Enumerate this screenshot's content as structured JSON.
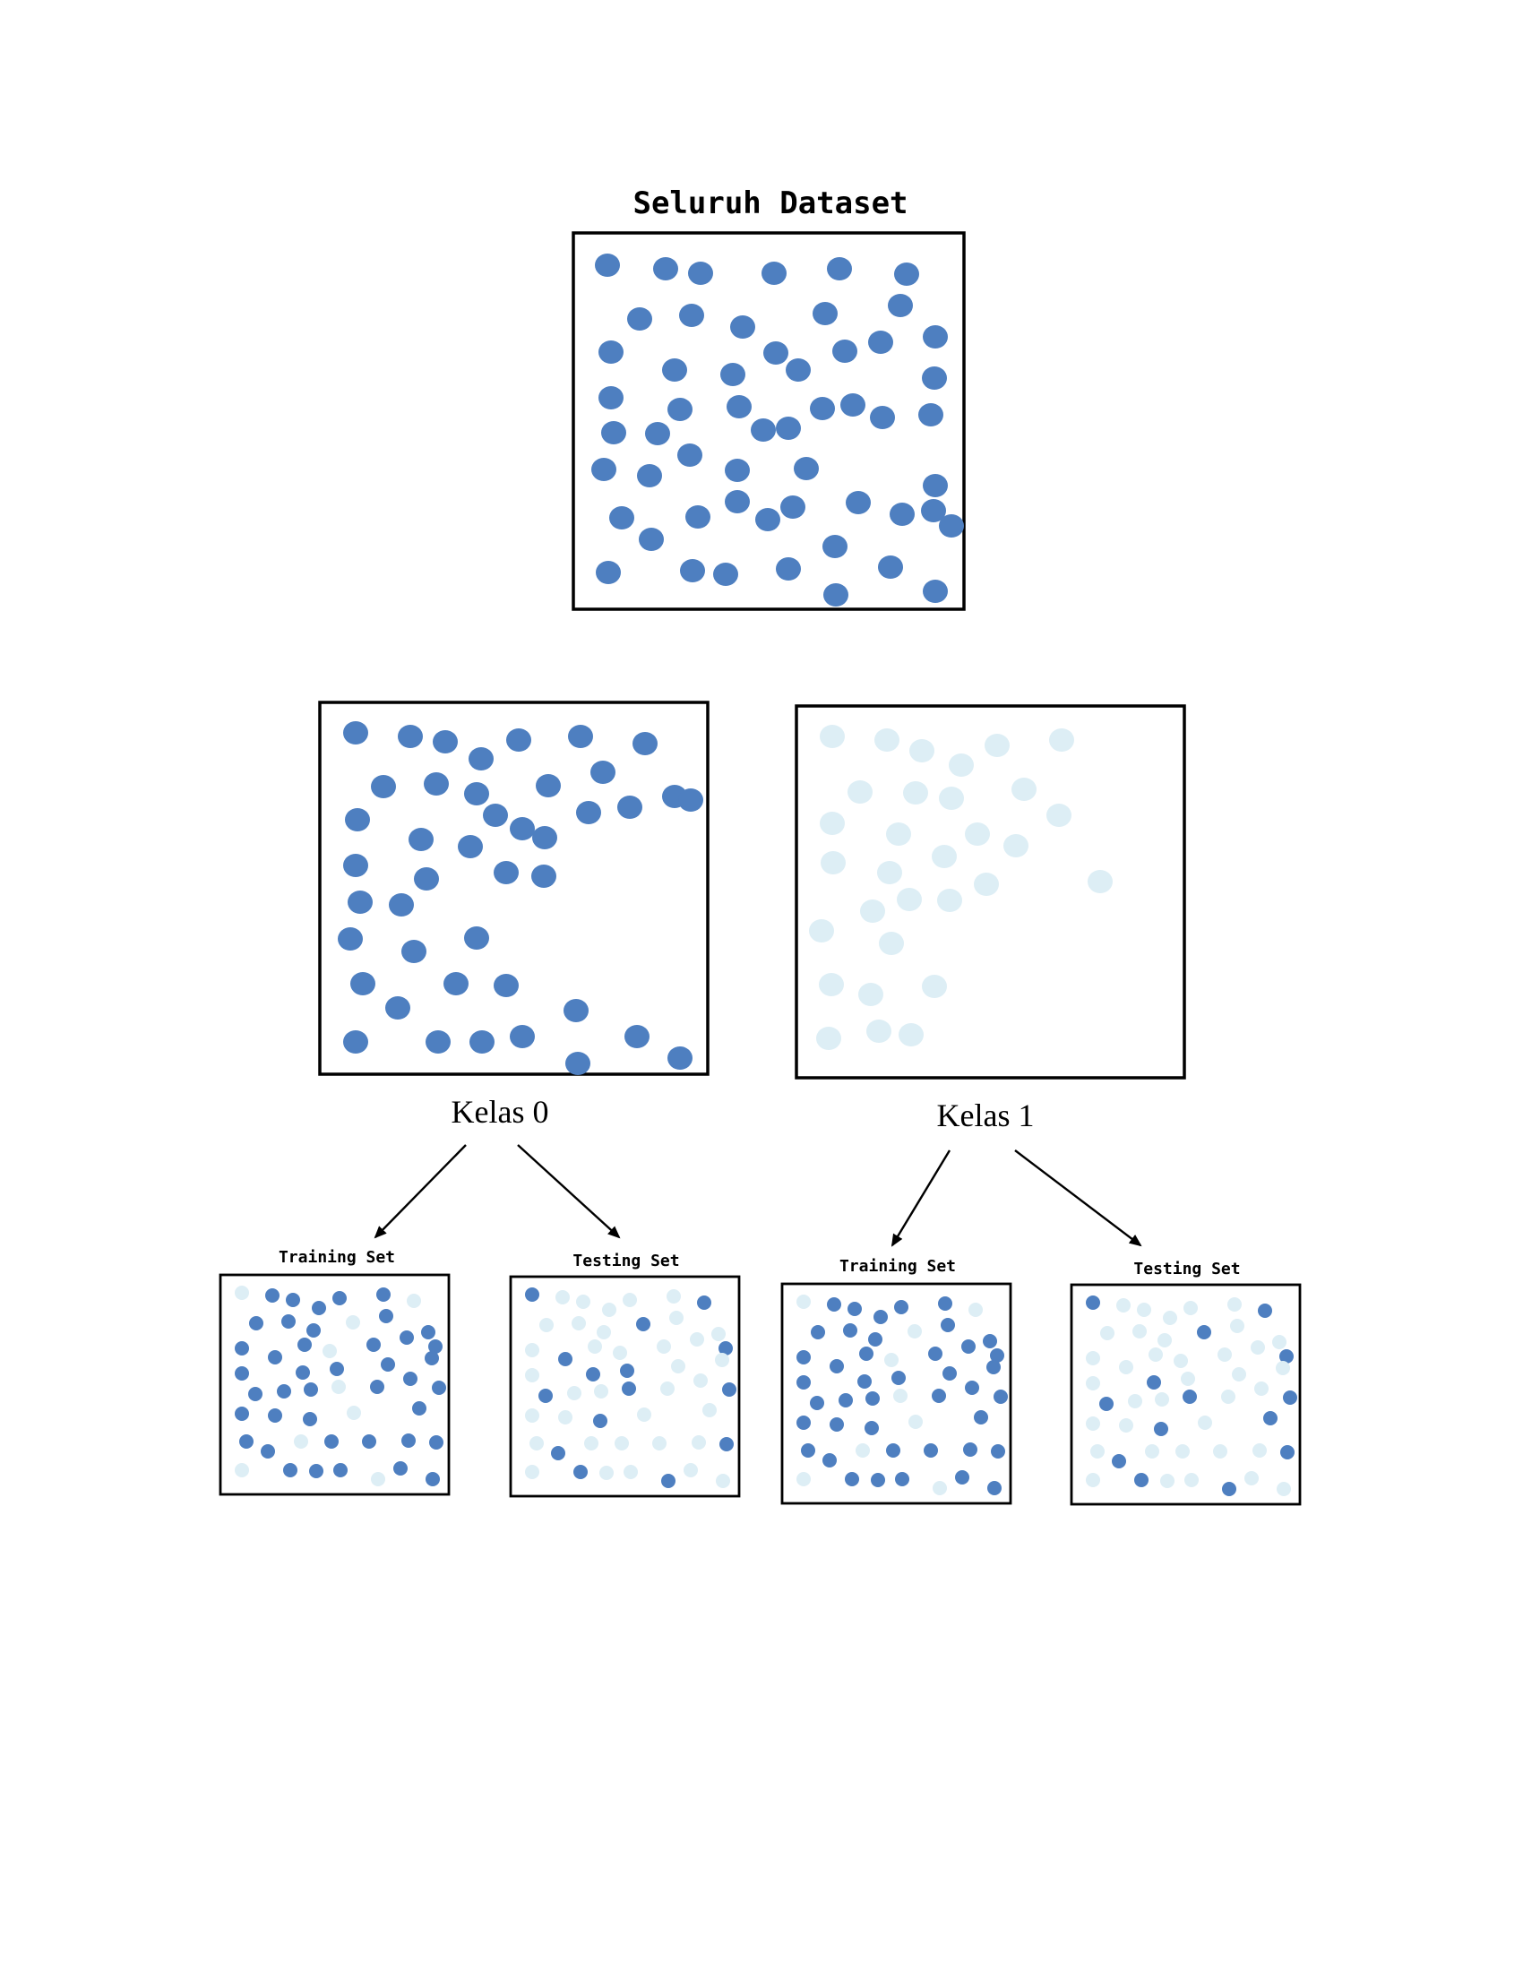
{
  "title": "Seluruh Dataset",
  "kelas0": {
    "label": "Kelas 0",
    "training_label": "Training Set",
    "testing_label": "Testing Set"
  },
  "kelas1": {
    "label": "Kelas 1",
    "training_label": "Training Set",
    "testing_label": "Testing Set"
  },
  "colors": {
    "class0": "#4e7fc0",
    "class1": "#ddeef5",
    "border": "#000000"
  }
}
